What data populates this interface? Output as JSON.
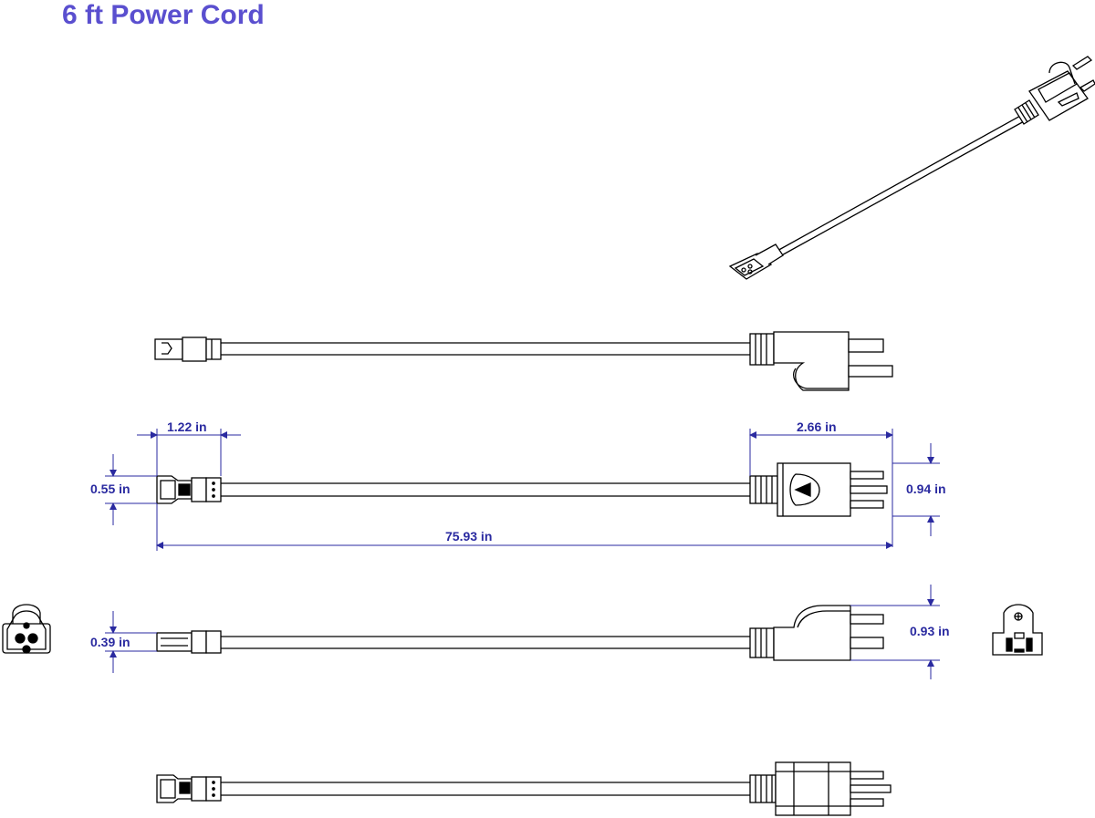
{
  "title": "6 ft Power Cord",
  "colors": {
    "title": "#5a4fcf",
    "dimension": "#2a2aa0",
    "outline": "#000000"
  },
  "dimensions": {
    "iec_plug_length": "1.22 in",
    "nema_plug_length": "2.66 in",
    "iec_plug_height": "0.55 in",
    "nema_plug_height": "0.94 in",
    "overall_length": "75.93 in",
    "iec_plug_thickness": "0.39 in",
    "nema_plug_thickness": "0.93 in"
  }
}
